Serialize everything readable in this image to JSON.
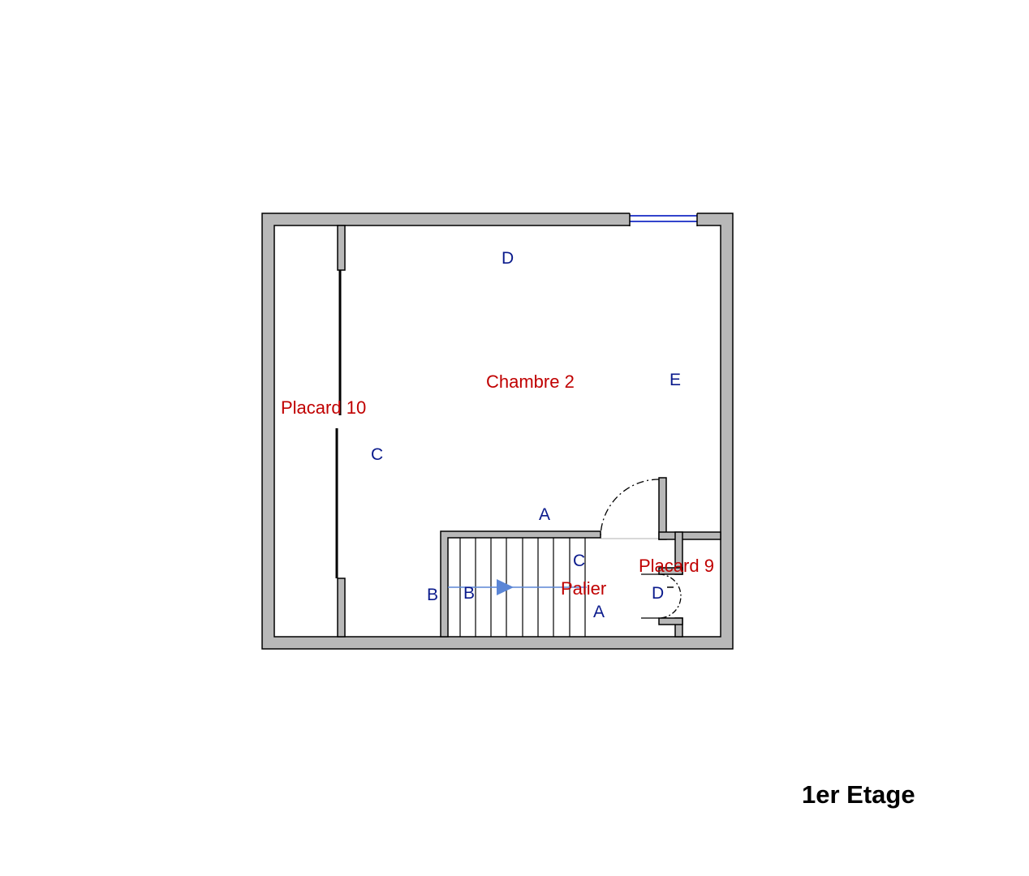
{
  "floor_title": "1er Etage",
  "colors": {
    "wall_fill": "#b8b8b8",
    "wall_stroke": "#000000",
    "room_label": "#c00000",
    "wall_letter": "#0a1a8c",
    "window": "#3344cc",
    "stair_arrow": "#5b86d6"
  },
  "rooms": {
    "chambre_2": "Chambre 2",
    "placard_10": "Placard 10",
    "placard_9": "Placard 9",
    "palier": "Palier"
  },
  "wall_letters": {
    "chambre_2": {
      "top": "D",
      "right": "E",
      "left": "C",
      "bottom": "A"
    },
    "palier": {
      "left_outer": "B",
      "left_inner": "B",
      "top": "C",
      "bottom": "A"
    },
    "placard_9": {
      "left": "D"
    }
  }
}
